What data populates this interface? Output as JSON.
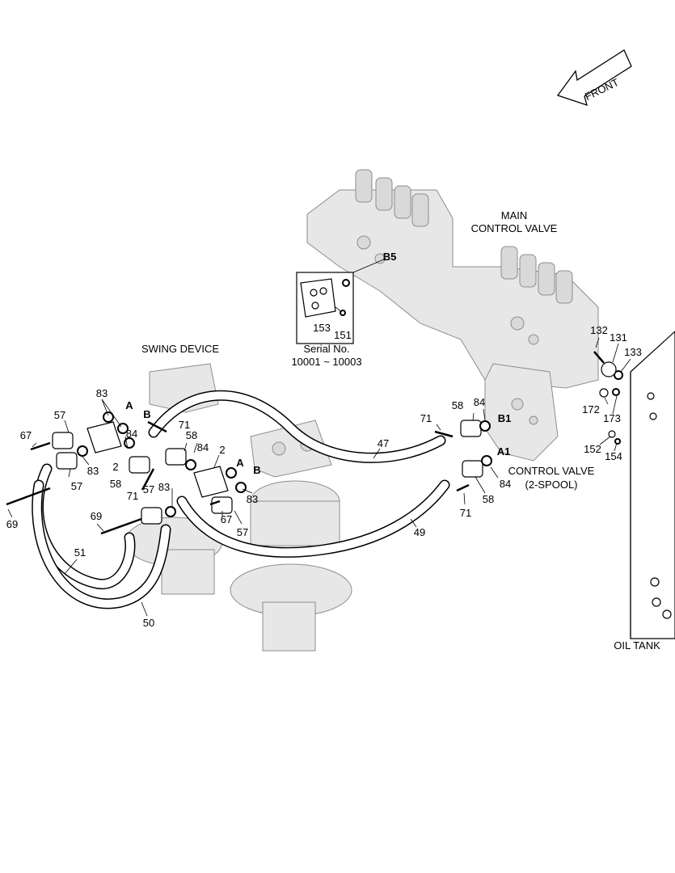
{
  "labels": {
    "front": "FRONT",
    "main_control_valve_line1": "MAIN",
    "main_control_valve_line2": "CONTROL VALVE",
    "swing_device": "SWING DEVICE",
    "control_valve_2spool_line1": "CONTROL VALVE",
    "control_valve_2spool_line2": "(2-SPOOL)",
    "oil_tank": "OIL TANK",
    "serial_line1": "Serial No.",
    "serial_line2": "10001 ~ 10003"
  },
  "ports": {
    "b5": "B5",
    "b1": "B1",
    "a1": "A1",
    "a_upper": "A",
    "b_upper": "B",
    "a_lower": "A",
    "b_lower": "B"
  },
  "part_numbers": {
    "p153": "153",
    "p151": "151",
    "p132": "132",
    "p131": "131",
    "p133": "133",
    "p172": "172",
    "p173": "173",
    "p152": "152",
    "p154": "154",
    "p83_a": "83",
    "p57_a": "57",
    "p67_a": "67",
    "p83_b": "83",
    "p57_b": "57",
    "p71_a": "71",
    "p84_a": "84",
    "p58_a": "58",
    "p2_a": "2",
    "p58_b": "58",
    "p71_b": "71",
    "p57_c": "57",
    "p83_c": "83",
    "p84_b": "84",
    "p2_b": "2",
    "p67_b": "67",
    "p57_d": "57",
    "p83_d": "83",
    "p69_a": "69",
    "p69_b": "69",
    "p51": "51",
    "p50": "50",
    "p47": "47",
    "p49": "49",
    "p71_c": "71",
    "p58_c": "58",
    "p84_c": "84",
    "p84_d": "84",
    "p58_d": "58",
    "p71_d": "71"
  },
  "colors": {
    "line": "#000000",
    "ghost_fill": "#e7e7e7",
    "ghost_stroke": "#8d8d8d"
  }
}
